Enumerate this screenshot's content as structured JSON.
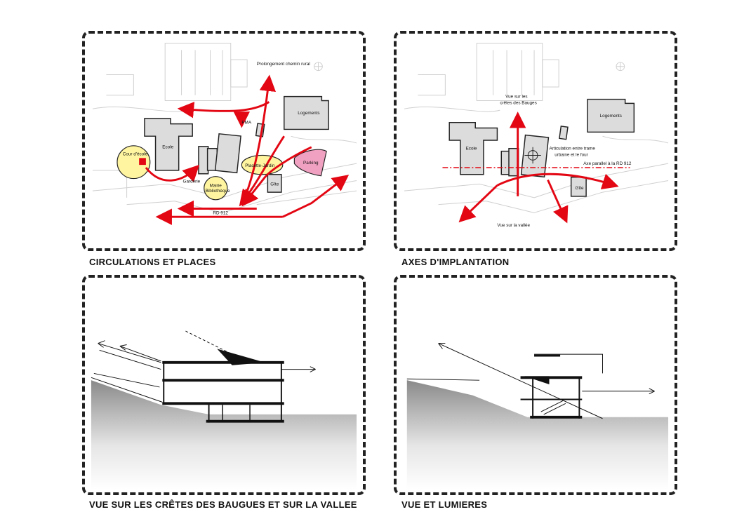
{
  "panels": {
    "circulations": {
      "caption": "CIRCULATIONS ET PLACES",
      "labels": {
        "prolongement": "Prolongement chemin rural",
        "logements": "Logements",
        "pma": "PMA",
        "ecole": "Ecole",
        "cour": "Cour d'école",
        "placette": "Placette-Jardin",
        "parking": "Parking",
        "garderie": "Garderie",
        "mairie_1": "Mairie",
        "mairie_2": "Bibliothèque",
        "gite": "Gîte",
        "rd912": "RD 912"
      },
      "colors": {
        "arrow": "#e30613",
        "yellow": "#fff5a0",
        "pink": "#f0a0c0",
        "building": "#dcdcdc"
      }
    },
    "axes": {
      "caption": "AXES D'IMPLANTATION",
      "labels": {
        "vue_cretes_1": "Vue sur les",
        "vue_cretes_2": "crêtes des Bauges",
        "logements": "Logements",
        "ecole": "Ecole",
        "articulation_1": "Articulation entre trame",
        "articulation_2": "urbaine et le four",
        "axe": "Axe parallel à la RD 912",
        "gite": "Gîte",
        "vue_vallee": "Vue sur la vallée"
      }
    },
    "vue_cretes": {
      "caption": "VUE SUR LES CRÊTES DES BAUGUES ET SUR LA VALLEE"
    },
    "vue_lumieres": {
      "caption": "VUE ET LUMIERES"
    }
  }
}
